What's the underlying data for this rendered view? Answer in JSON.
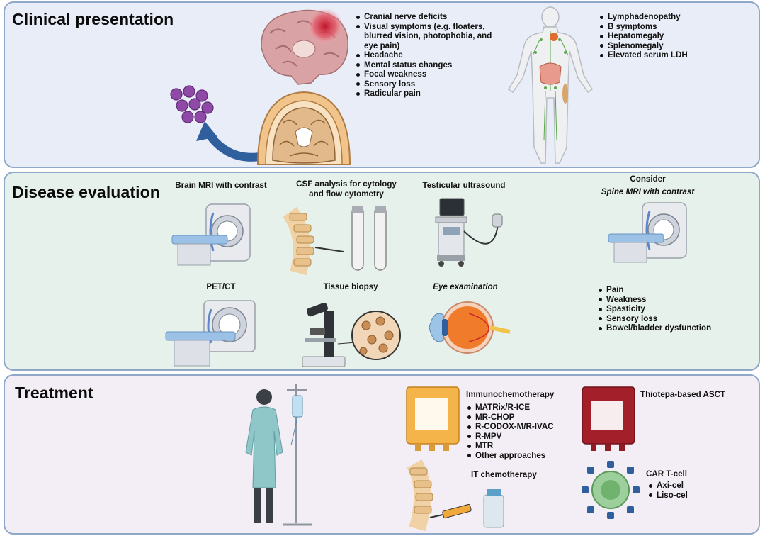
{
  "clinical": {
    "title": "Clinical presentation",
    "neuro_symptoms": [
      "Cranial nerve deficits",
      "Visual symptoms (e.g. floaters, blurred vision, photophobia, and eye pain)",
      "Headache",
      "Mental status changes",
      "Focal weakness",
      "Sensory loss",
      "Radicular pain"
    ],
    "systemic_symptoms": [
      "Lymphadenopathy",
      "B symptoms",
      "Hepatomegaly",
      "Splenomegaly",
      "Elevated serum LDH"
    ]
  },
  "evaluation": {
    "title": "Disease evaluation",
    "brain_mri": "Brain MRI with contrast",
    "csf": "CSF analysis for cytology and flow cytometry",
    "testicular": "Testicular ultrasound",
    "consider": "Consider",
    "spine_mri": "Spine MRI with contrast",
    "pet_ct": "PET/CT",
    "biopsy": "Tissue biopsy",
    "eye": "Eye examination",
    "spine_symptoms": [
      "Pain",
      "Weakness",
      "Spasticity",
      "Sensory loss",
      "Bowel/bladder dysfunction"
    ]
  },
  "treatment": {
    "title": "Treatment",
    "immuno_title": "Immunochemotherapy",
    "immuno_items": [
      "MATRix/R-ICE",
      "MR-CHOP",
      "R-CODOX-M/R-IVAC",
      "R-MPV",
      "MTR",
      "Other approaches"
    ],
    "asct": "Thiotepa-based ASCT",
    "it_chemo": "IT chemotherapy",
    "car_title": "CAR T-cell",
    "car_items": [
      "Axi-cel",
      "Liso-cel"
    ]
  },
  "colors": {
    "panel_border": "#8fa7c9",
    "clinical_bg": "#e8edf7",
    "evaluation_bg": "#e6f1ec",
    "treatment_bg": "#f3eef5",
    "lymphoma_cells": "#8e4aa6",
    "blood_bag": "#a3202a",
    "chemo_bag": "#f0a93b"
  }
}
